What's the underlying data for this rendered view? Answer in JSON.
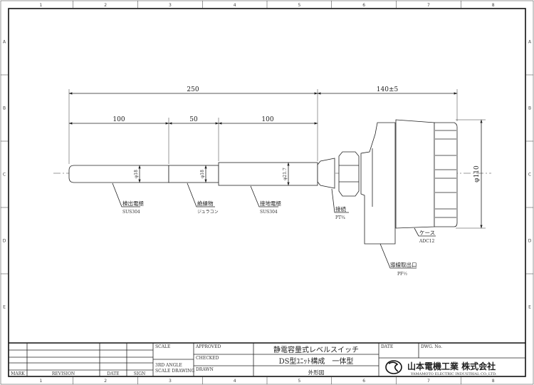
{
  "grid": {
    "columns": [
      "1",
      "2",
      "3",
      "4",
      "5",
      "6",
      "7",
      "8"
    ],
    "rows": [
      "A",
      "B",
      "C",
      "D",
      "E"
    ]
  },
  "dimensions": {
    "overall": "250",
    "head": "140±5",
    "seg1": "100",
    "seg2": "50",
    "seg3": "100",
    "dia1": "φ18",
    "dia2": "φ18",
    "dia3": "φ21.7",
    "case_dia": "φ110"
  },
  "callouts": [
    {
      "name": "検出電極",
      "material": "SUS304"
    },
    {
      "name": "絶縁物",
      "material": "ジュラコン"
    },
    {
      "name": "接地電極",
      "material": "SUS304"
    },
    {
      "name": "接続",
      "material": "PT¾"
    },
    {
      "name": "ケース",
      "material": "ADC12"
    },
    {
      "name": "導線取出口",
      "material": "PF½"
    }
  ],
  "title_block": {
    "mark": "MARK",
    "revision": "REVISION",
    "date": "DATE",
    "sign": "SIGN",
    "scale": "SCALE",
    "angle1": "3RD ANGLE",
    "angle2": "SCALE DRAWING",
    "approved": "APPROVED",
    "checked": "CHECKED",
    "drawn": "DRAWN",
    "title1": "静電容量式レベルスイッチ",
    "title2": "DS型ﾕﾆｯﾄ構成　一体型",
    "title3": "外形図",
    "date_label": "DATE",
    "dwg_no": "DWG. No.",
    "company_jp": "山本電機工業 株式会社",
    "company_en": "YAMAMOTO ELECTRIC INDUSTRIAL CO.,LTD."
  }
}
